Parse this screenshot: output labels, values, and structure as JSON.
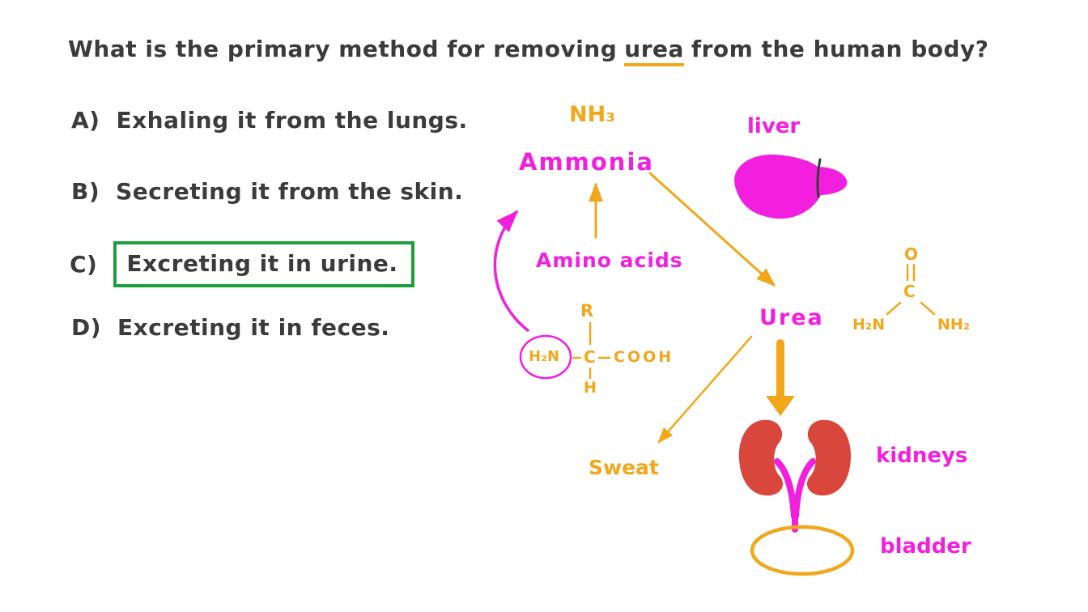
{
  "question": {
    "pre": "What is the primary method for removing",
    "highlight": "urea",
    "post": "from the human body?"
  },
  "options": [
    {
      "letter": "A)",
      "text": "Exhaling it from the lungs."
    },
    {
      "letter": "B)",
      "text": "Secreting it from the skin."
    },
    {
      "letter": "C)",
      "text": "Excreting it in urine.",
      "correct": true
    },
    {
      "letter": "D)",
      "text": "Excreting it in feces."
    }
  ],
  "diagram": {
    "nh3": "NH₃",
    "ammonia": "Ammonia",
    "liver_label": "liver",
    "amino_acids": "Amino acids",
    "amino_structure": {
      "r": "R",
      "h2n": "H₂N",
      "c": "C",
      "cooh": "COOH",
      "h": "H"
    },
    "urea_label": "Urea",
    "urea_structure": {
      "o": "O",
      "c": "C",
      "h2n": "H₂N",
      "nh2": "NH₂"
    },
    "sweat": "Sweat",
    "kidneys_label": "kidneys",
    "bladder_label": "bladder"
  },
  "colors": {
    "ink": "#3B3B3B",
    "orange": "#F2A71B",
    "magenta": "#F21FDE",
    "green": "#1E9E3C",
    "red": "#D9473C"
  }
}
